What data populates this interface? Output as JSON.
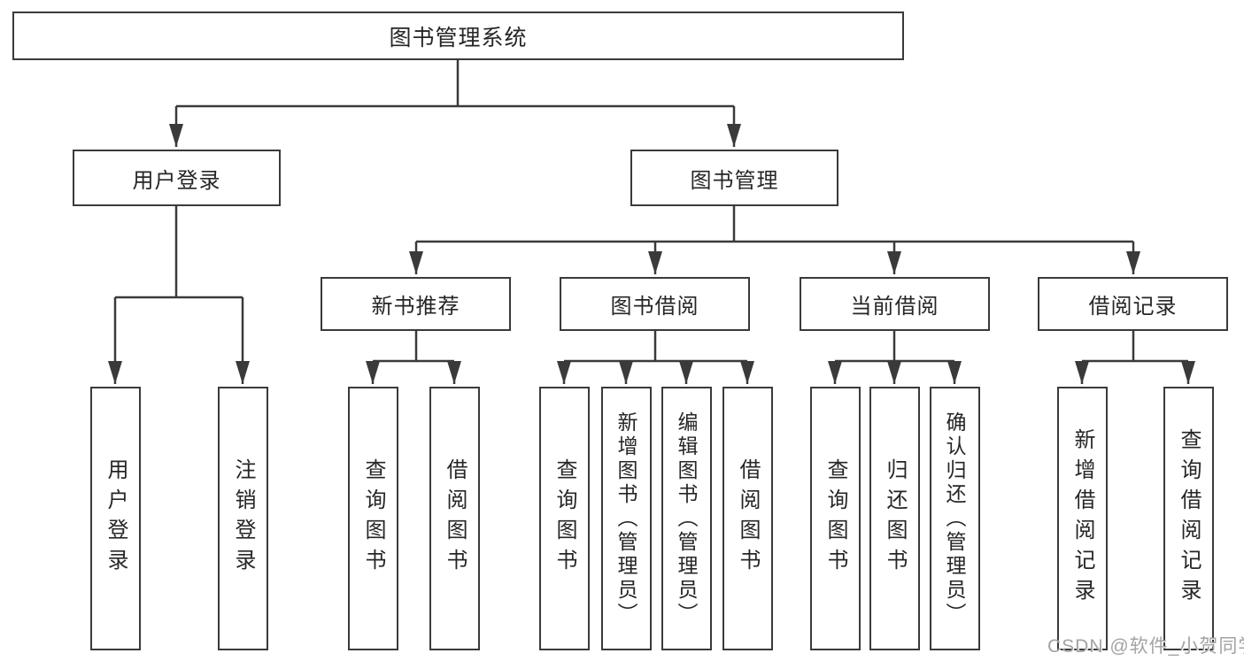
{
  "diagram": {
    "title": "图书管理系统",
    "root": {
      "label": "图书管理系统"
    },
    "branches": [
      {
        "label": "用户登录",
        "children": [
          {
            "label": "用户登录"
          },
          {
            "label": "注销登录"
          }
        ]
      },
      {
        "label": "图书管理",
        "children": [
          {
            "label": "新书推荐",
            "children": [
              {
                "label": "查询图书"
              },
              {
                "label": "借阅图书"
              }
            ]
          },
          {
            "label": "图书借阅",
            "children": [
              {
                "label": "查询图书"
              },
              {
                "label": "新增图书（管理员）"
              },
              {
                "label": "编辑图书（管理员）"
              },
              {
                "label": "借阅图书"
              }
            ]
          },
          {
            "label": "当前借阅",
            "children": [
              {
                "label": "查询图书"
              },
              {
                "label": "归还图书"
              },
              {
                "label": "确认归还（管理员）"
              }
            ]
          },
          {
            "label": "借阅记录",
            "children": [
              {
                "label": "新增借阅记录"
              },
              {
                "label": "查询借阅记录"
              }
            ]
          }
        ]
      }
    ]
  },
  "colors": {
    "background": "#ffffff",
    "line": "#3a3a3a",
    "box_border": "#3a3a3a",
    "text": "#262626",
    "watermark": "#a3a3a3"
  },
  "watermark": {
    "text": "CSDN @软件_小贺同学"
  }
}
